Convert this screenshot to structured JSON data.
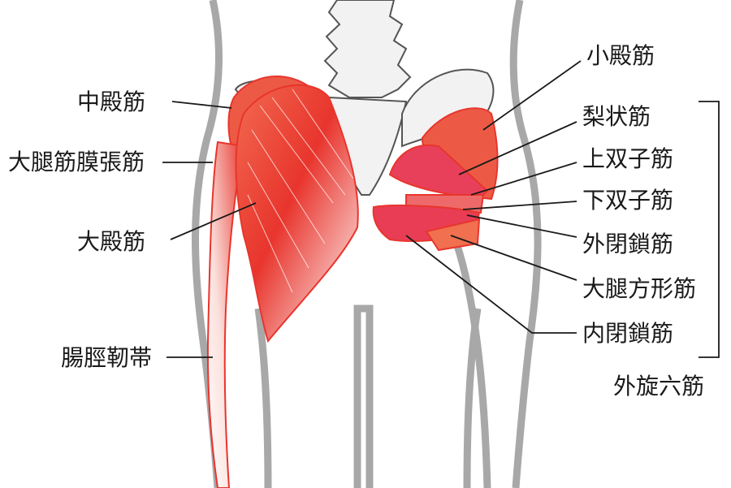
{
  "colors": {
    "muscle": "#e8352d",
    "muscle_light": "#f7b0a8",
    "bone": "#f2f2f2",
    "outline": "#a8a8a8",
    "line": "#1a1a1a"
  },
  "labels": {
    "gluteus_medius": "中殿筋",
    "tensor_fasciae_latae": "大腿筋膜張筋",
    "gluteus_maximus": "大殿筋",
    "iliotibial_band": "腸脛靭帯",
    "gluteus_minimus": "小殿筋",
    "piriformis": "梨状筋",
    "superior_gemellus": "上双子筋",
    "inferior_gemellus": "下双子筋",
    "obturator_externus": "外閉鎖筋",
    "quadratus_femoris": "大腿方形筋",
    "obturator_internus": "内閉鎖筋",
    "deep_six": "外旋六筋"
  }
}
